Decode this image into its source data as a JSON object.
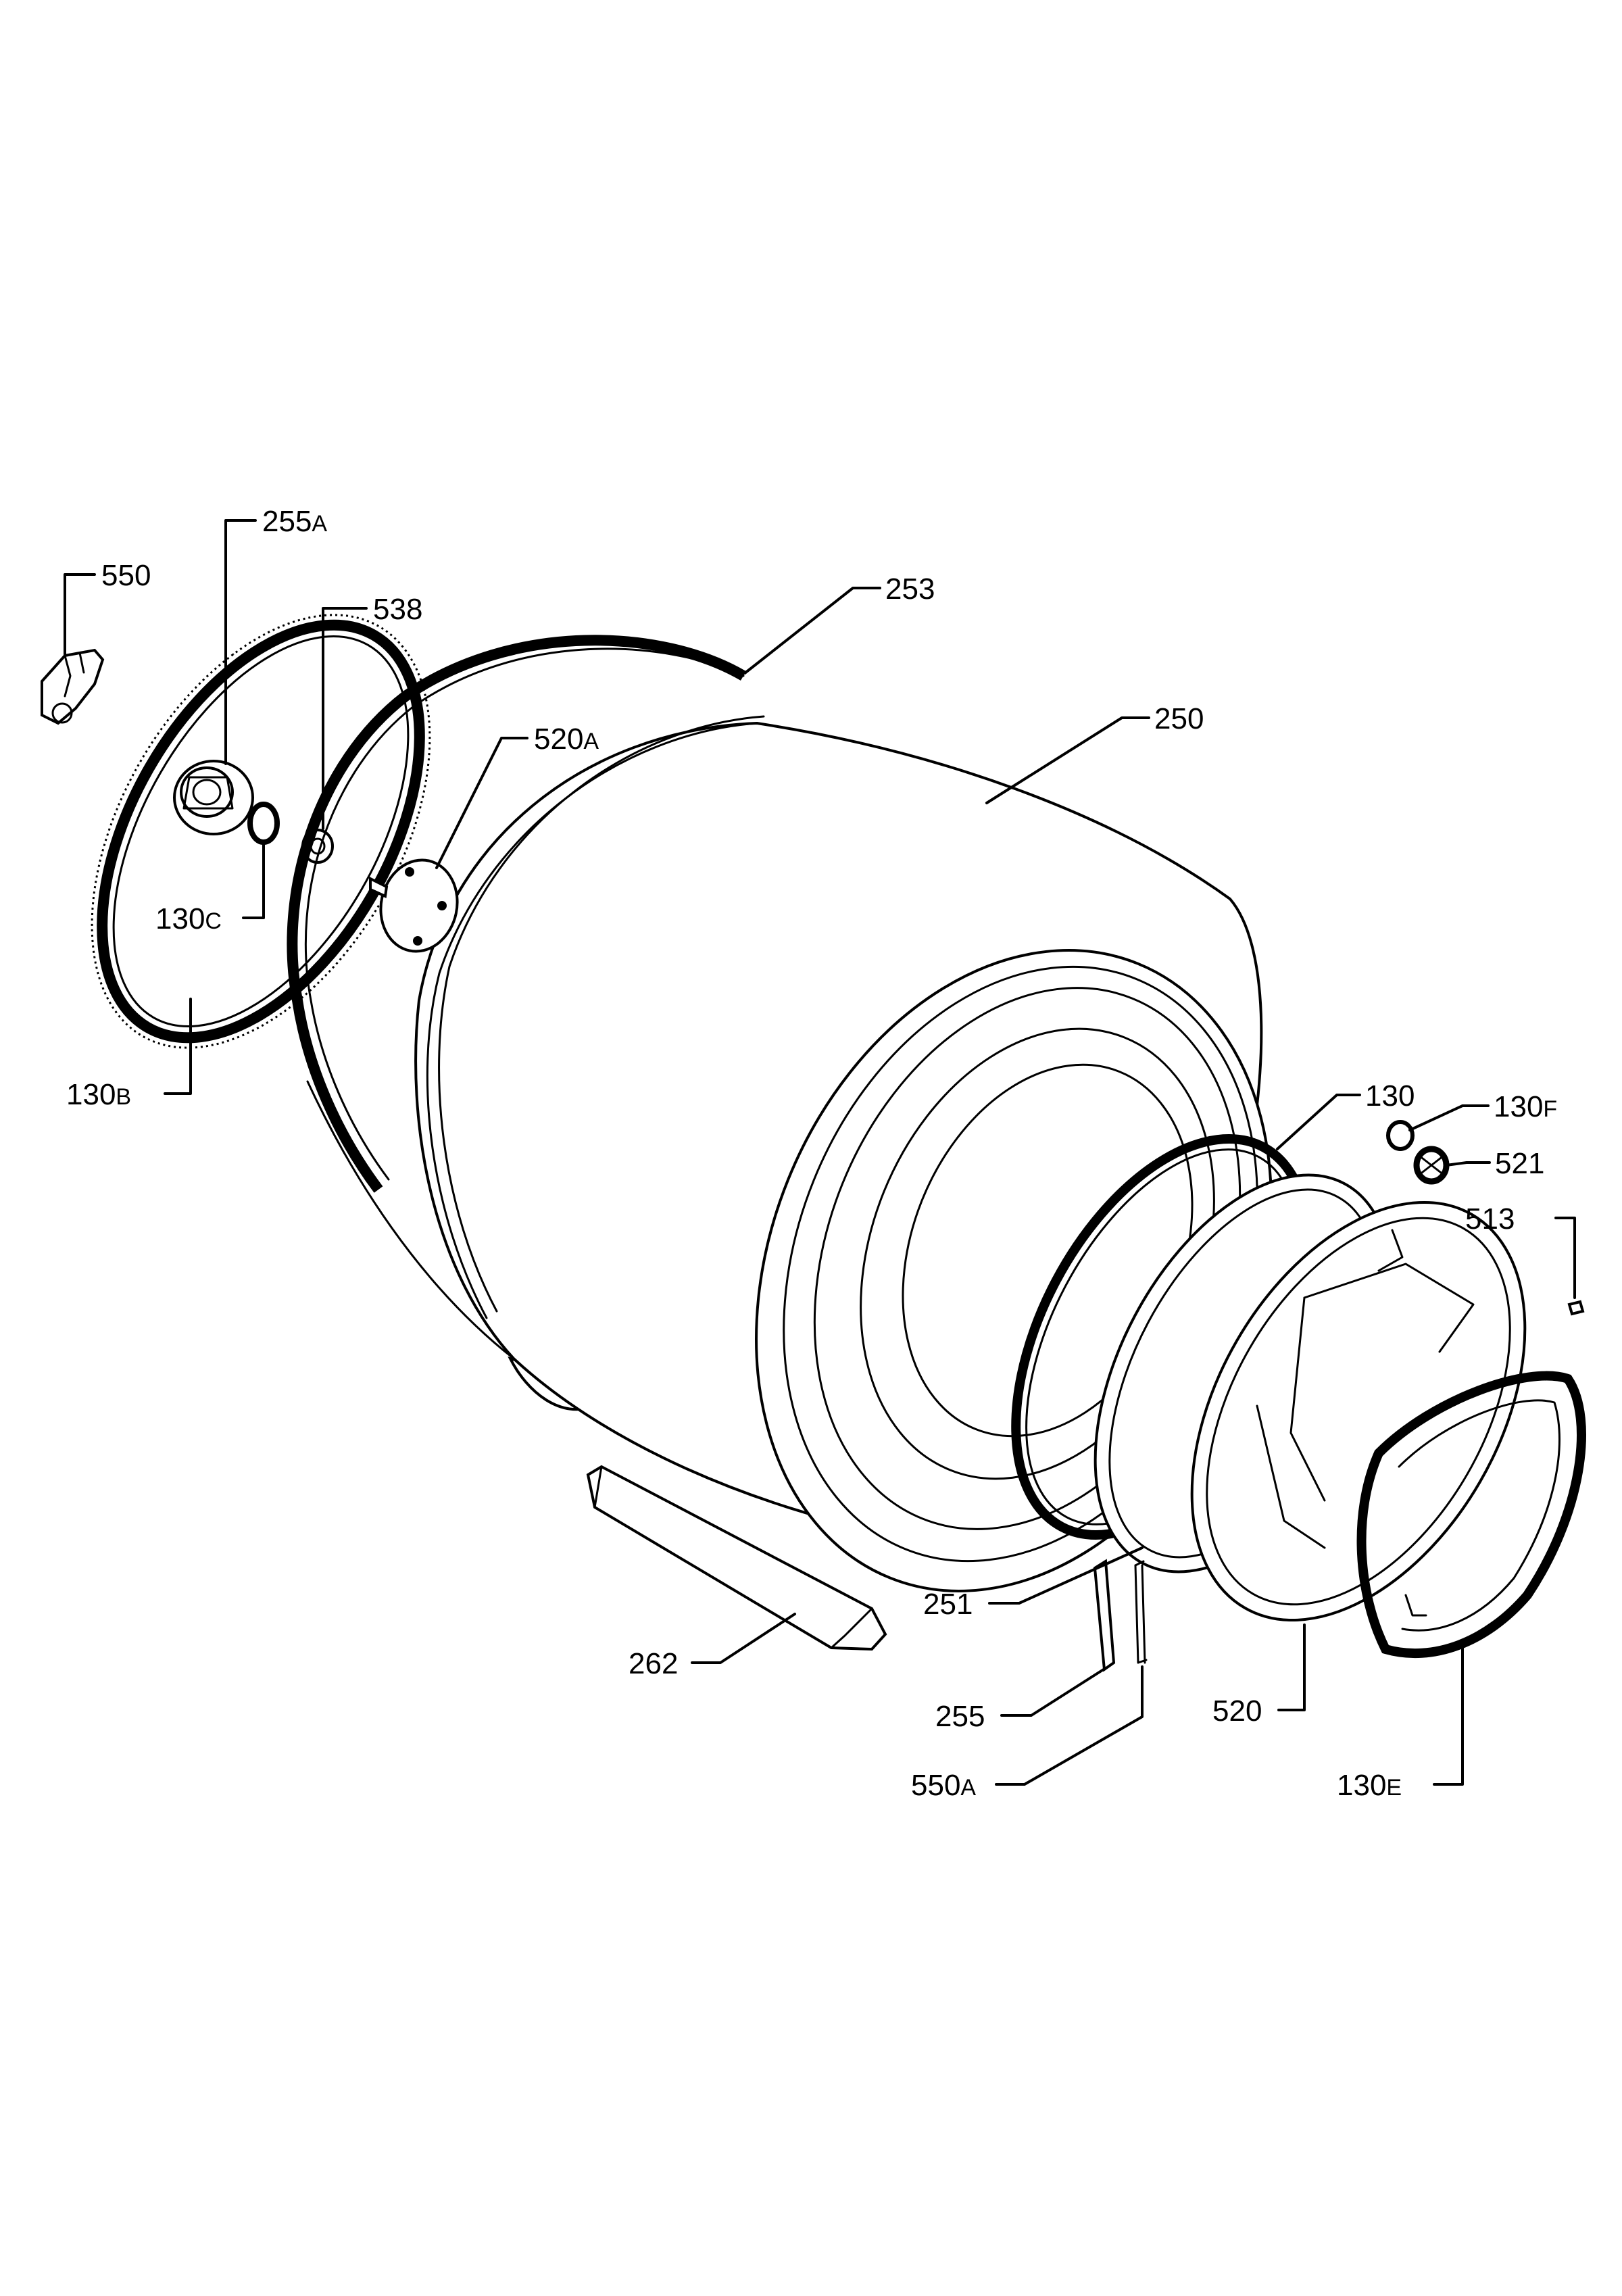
{
  "labels": {
    "p550": {
      "num": "550",
      "suffix": ""
    },
    "p255A": {
      "num": "255",
      "suffix": "A"
    },
    "p538": {
      "num": "538",
      "suffix": ""
    },
    "p253": {
      "num": "253",
      "suffix": ""
    },
    "p250": {
      "num": "250",
      "suffix": ""
    },
    "p520A": {
      "num": "520",
      "suffix": "A"
    },
    "p130C": {
      "num": "130",
      "suffix": "C"
    },
    "p130B": {
      "num": "130",
      "suffix": "B"
    },
    "p130": {
      "num": "130",
      "suffix": ""
    },
    "p130F": {
      "num": "130",
      "suffix": "F"
    },
    "p521": {
      "num": "521",
      "suffix": ""
    },
    "p513": {
      "num": "513",
      "suffix": ""
    },
    "p251": {
      "num": "251",
      "suffix": ""
    },
    "p262": {
      "num": "262",
      "suffix": ""
    },
    "p255": {
      "num": "255",
      "suffix": ""
    },
    "p520": {
      "num": "520",
      "suffix": ""
    },
    "p550A": {
      "num": "550",
      "suffix": "A"
    },
    "p130E": {
      "num": "130",
      "suffix": "E"
    }
  }
}
